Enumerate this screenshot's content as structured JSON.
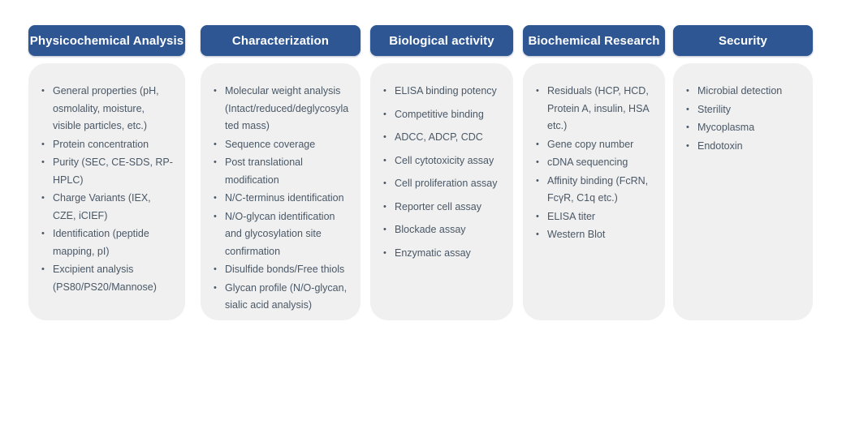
{
  "colors": {
    "header_bg": "#2e5693",
    "header_text": "#ffffff",
    "card_bg": "#f0f0f1",
    "body_text": "#4a5866",
    "page_bg": "#ffffff"
  },
  "columns": [
    {
      "title": "Physicochemical Analysis",
      "items": [
        "General properties (pH, osmolality, moisture, visible particles, etc.)",
        "Protein concentration",
        "Purity (SEC,  CE-SDS, RP-HPLC)",
        "Charge Variants (IEX, CZE, iCIEF)",
        "Identification (peptide mapping, pI)",
        "Excipient analysis (PS80/PS20/Mannose)"
      ]
    },
    {
      "title": "Characterization",
      "items": [
        "Molecular weight analysis (Intact/reduced/deglycosylated mass)",
        "Sequence coverage",
        "Post translational modification",
        "N/C-terminus identification",
        "N/O-glycan identification and glycosylation site confirmation",
        "Disulfide bonds/Free thiols",
        "Glycan profile (N/O-glycan, sialic acid analysis)"
      ]
    },
    {
      "title": "Biological activity",
      "items": [
        "ELISA binding potency",
        "Competitive binding",
        "ADCC, ADCP, CDC",
        "Cell cytotoxicity assay",
        "Cell proliferation assay",
        "Reporter cell assay",
        "Blockade assay",
        "Enzymatic assay"
      ]
    },
    {
      "title": "Biochemical Research",
      "items": [
        "Residuals (HCP, HCD, Protein A, insulin, HSA etc.)",
        "Gene copy number",
        "cDNA sequencing",
        "Affinity binding (FcRN, FcγR, C1q etc.)",
        "ELISA titer",
        "Western Blot"
      ]
    },
    {
      "title": "Security",
      "items": [
        "Microbial detection",
        "Sterility",
        "Mycoplasma",
        "Endotoxin"
      ]
    }
  ]
}
